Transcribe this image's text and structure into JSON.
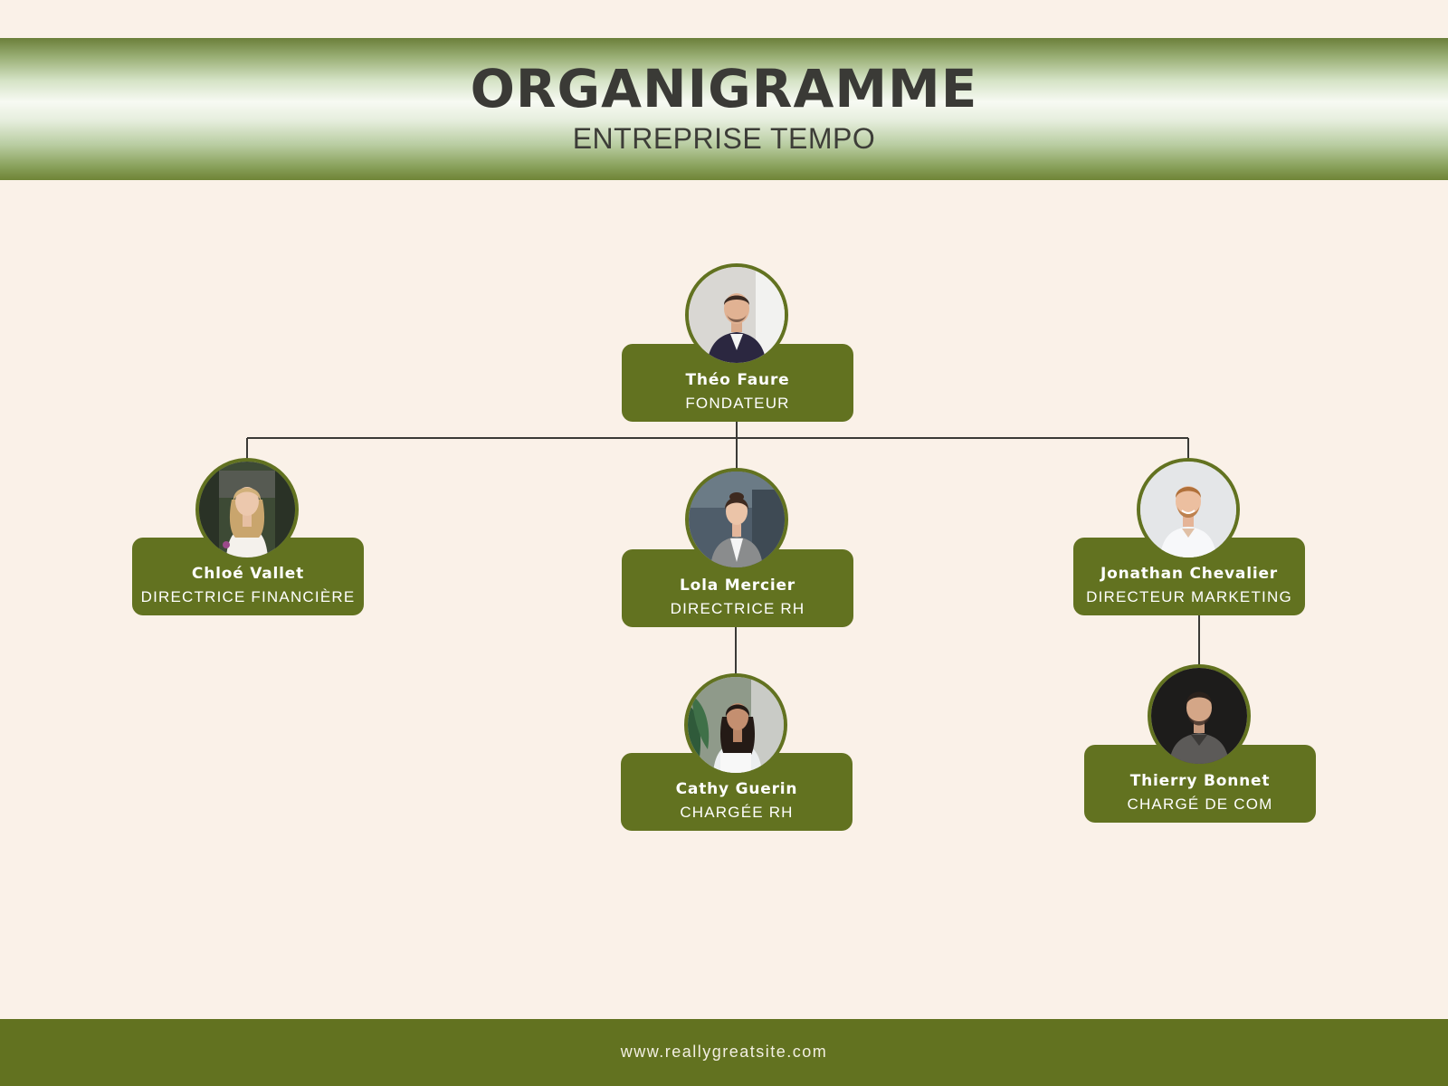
{
  "header": {
    "title": "ORGANIGRAMME",
    "subtitle": "ENTREPRISE TEMPO"
  },
  "org": {
    "founder": {
      "name": "Théo Faure",
      "role": "FONDATEUR"
    },
    "cfo": {
      "name": "Chloé Vallet",
      "role": "DIRECTRICE FINANCIÈRE"
    },
    "hr_director": {
      "name": "Lola Mercier",
      "role": "DIRECTRICE RH"
    },
    "marketing_director": {
      "name": "Jonathan Chevalier",
      "role": "DIRECTEUR MARKETING"
    },
    "hr_officer": {
      "name": "Cathy Guerin",
      "role": "CHARGÉE RH"
    },
    "comms_officer": {
      "name": "Thierry Bonnet",
      "role": "CHARGÉ DE COM"
    }
  },
  "footer": {
    "website": "www.reallygreatsite.com"
  },
  "colors": {
    "background": "#faf1e8",
    "accent": "#627220",
    "title_text": "#3a3a36",
    "card_text": "#ffffff"
  }
}
